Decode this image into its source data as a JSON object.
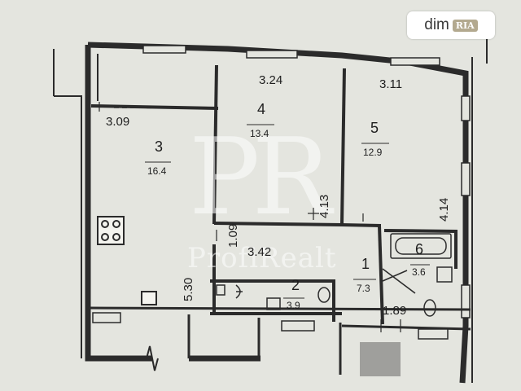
{
  "badge": {
    "brand": "dim",
    "brand_suffix": "RIA"
  },
  "watermark": {
    "monogram": "PR",
    "text": "ProfiRealt"
  },
  "rooms": [
    {
      "number": "3",
      "area": "16.4"
    },
    {
      "number": "4",
      "area": "13.4"
    },
    {
      "number": "5",
      "area": "12.9"
    },
    {
      "number": "1",
      "area": "7.3"
    },
    {
      "number": "2",
      "area": "3.9"
    },
    {
      "number": "6",
      "area": "3.6"
    }
  ],
  "dimensions": {
    "room3_width": "3.09",
    "room4_width": "3.24",
    "room5_width": "3.11",
    "room3_length": "5.30",
    "room4_length": "4.13",
    "room5_length": "4.14",
    "corridor_width": "1.09",
    "bath_length": "3.42",
    "hall_width": "1.89"
  },
  "colors": {
    "background": "#e4e5df",
    "wall": "#2b2b2b",
    "badge_accent": "#b3a98f"
  }
}
